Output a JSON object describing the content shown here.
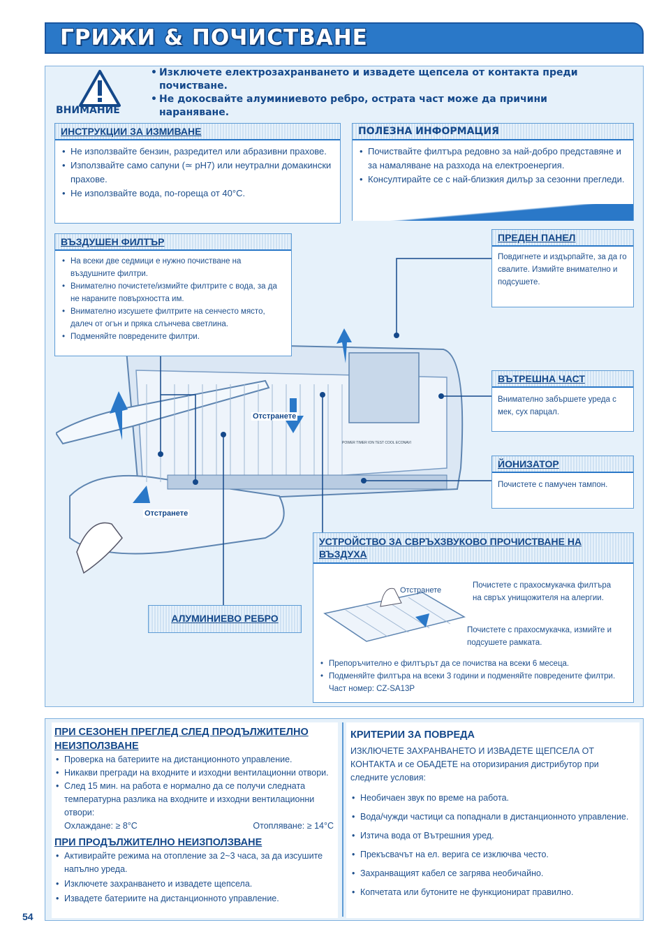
{
  "header": {
    "title": "ГРИЖИ & ПОЧИСТВАНЕ"
  },
  "warning": {
    "label": "ВНИМАНИЕ",
    "items": [
      "Изключете електрозахранването и извадете щепсела от контакта преди почистване.",
      "Не докосвайте алуминиевото ребро, острата част може да причини нараняване."
    ]
  },
  "washing": {
    "title": "ИНСТРУКЦИИ ЗА ИЗМИВАНЕ",
    "items": [
      "Не използвайте бензин, разредител или абразивни прахове.",
      "Използвайте само сапуни (≃ pH7) или неутрални домакински прахове.",
      "Не използвайте вода, по-гореща от 40°C."
    ]
  },
  "useful": {
    "title": "ПОЛЕЗНА ИНФОРМАЦИЯ",
    "items": [
      "Почиствайте филтъра редовно за най-добро представяне и за намаляване на разхода на електроенергия.",
      "Консултирайте се с най-близкия дилър за сезонни прегледи."
    ]
  },
  "air_filter": {
    "title": "ВЪЗДУШЕН ФИЛТЪР",
    "items": [
      "На всеки две седмици е нужно почистване на въздушните филтри.",
      "Внимателно почистете/измийте филтрите с вода, за да не нараните повърхността им.",
      "Внимателно изсушете филтрите на сенчесто място, далеч от огън и пряка слънчева светлина.",
      "Подменяйте повредените филтри."
    ]
  },
  "front_panel": {
    "title": "ПРЕДЕН ПАНЕЛ",
    "text": "Повдигнете и издърпайте, за да го свалите. Измийте внимателно и подсушете."
  },
  "inner": {
    "title": "ВЪТРЕШНА ЧАСТ",
    "text": "Внимателно забършете уреда с мек, сух парцал."
  },
  "ionizer": {
    "title": "ЙОНИЗАТОР",
    "text": "Почистете с памучен тампон."
  },
  "aluminium": {
    "title": "АЛУМИНИЕВО РЕБРО"
  },
  "remove_labels": [
    "Отстранете",
    "Отстранете",
    "Отстранете"
  ],
  "unit_panel_text": "POWER  TIMER  ION  TEST  COOL  ECONAVI",
  "supersonic": {
    "title": "УСТРОЙСТВО ЗА СВРЪХЗВУКОВО ПРОЧИСТВАНЕ НА ВЪЗДУХА",
    "note1": "Почистете с прахосмукачка филтъра на свръх унищожителя на алергии.",
    "note2": "Почистете с прахосмукачка, измийте и подсушете рамката.",
    "items": [
      "Препоръчително е филтърът да се почиства на всеки 6 месеца.",
      "Подменяйте филтъра на всеки 3 години и подменяйте повредените филтри. Част номер: CZ-SA13P"
    ]
  },
  "seasonal": {
    "title": "ПРИ СЕЗОНЕН ПРЕГЛЕД СЛЕД ПРОДЪЛЖИТЕЛНО НЕИЗПОЛЗВАНЕ",
    "items": [
      "Проверка на батериите на дистанционното управление.",
      "Никакви прегради на входните и изходни вентилационни отвори.",
      "След 15 мин. на работа е нормално да се получи следната температурна разлика на входните и изходни вентилационни отвори:"
    ],
    "cooling": "Охлаждане: ≥ 8°C",
    "heating": "Отопляване: ≥ 14°C"
  },
  "long_unused": {
    "title": "ПРИ ПРОДЪЛЖИТЕЛНО НЕИЗПОЛЗВАНЕ",
    "items": [
      "Активирайте режима на отопление за 2~3 часа, за да изсушите напълно уреда.",
      "Изключете захранването и извадете щепсела.",
      "Извадете батериите на дистанционното управление."
    ]
  },
  "damage": {
    "title": "КРИТЕРИИ ЗА ПОВРЕДА",
    "intro_caps": "ИЗКЛЮЧЕТЕ ЗАХРАНВАНЕТО И ИЗВАДЕТЕ ЩЕПСЕЛА ОТ КОНТАКТА и се ОБАДЕТЕ",
    "intro_rest": " на оторизирания дистрибутор при следните условия:",
    "items": [
      "Необичаен звук по време на работа.",
      "Вода/чужди частици са попаднали в дистанционното управление.",
      "Изтича вода от Вътрешния уред.",
      "Прекъсвачът на ел. верига се изключва често.",
      "Захранващият кабел се загрява необичайно.",
      "Копчетата или бутоните не функционират правилно."
    ]
  },
  "page_number": "54",
  "colors": {
    "accent": "#2a78c8",
    "text": "#1e4f8c",
    "panel": "#e6f1fa"
  }
}
